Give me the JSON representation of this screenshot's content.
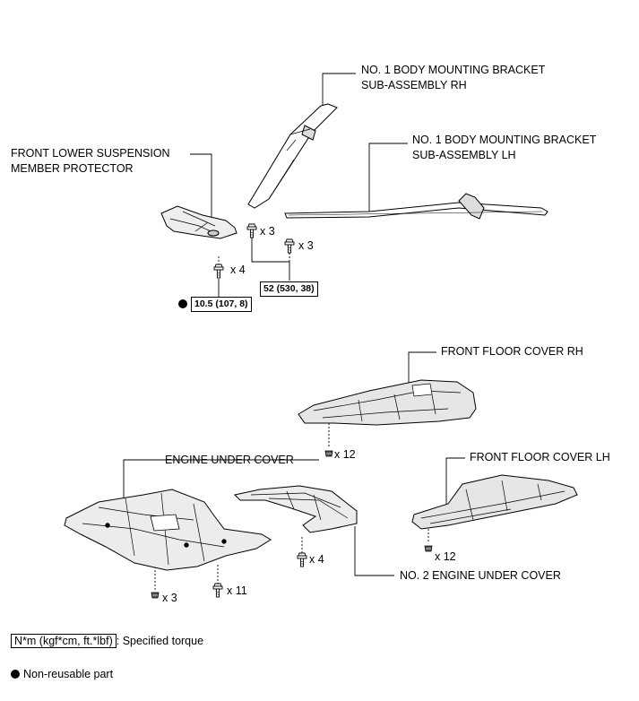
{
  "labels": {
    "bracket_rh_line1": "NO. 1 BODY MOUNTING BRACKET",
    "bracket_rh_line2": "SUB-ASSEMBLY RH",
    "bracket_lh_line1": "NO. 1 BODY MOUNTING BRACKET",
    "bracket_lh_line2": "SUB-ASSEMBLY LH",
    "protector_line1": "FRONT LOWER SUSPENSION",
    "protector_line2": "MEMBER PROTECTOR",
    "floor_rh": "FRONT FLOOR COVER RH",
    "floor_lh": "FRONT FLOOR COVER LH",
    "engine_under": "ENGINE UNDER COVER",
    "no2_engine_under": "NO. 2 ENGINE UNDER COVER"
  },
  "quantities": {
    "bracket_rh_bolt": "x 3",
    "bracket_lh_bolt": "x 3",
    "protector_bolt": "x 4",
    "floor_rh_clip": "x 12",
    "floor_lh_clip": "x 12",
    "engine_clip": "x 3",
    "engine_bolt": "x 11",
    "no2_bolt": "x 4"
  },
  "torques": {
    "bracket": "52 (530, 38)",
    "protector": "10.5 (107, 8)"
  },
  "legend": {
    "torque_unit": "N*m (kgf*cm, ft.*lbf)",
    "torque_desc": ": Specified torque",
    "non_reusable": "Non-reusable part"
  }
}
